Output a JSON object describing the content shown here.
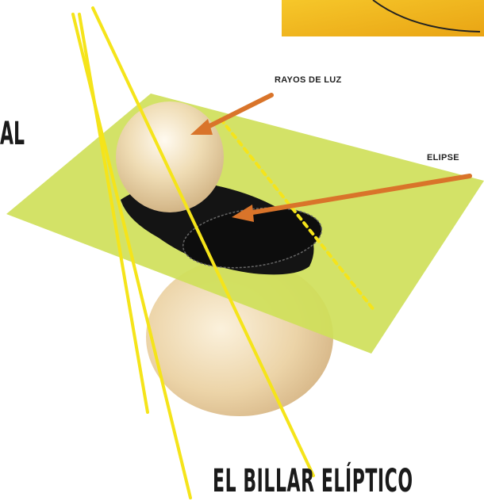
{
  "labels": {
    "rays": "RAYOS DE LUZ",
    "ellipse": "ELIPSE",
    "side_fragment": "AL"
  },
  "title": "EL BILLAR ELÍPTICO",
  "colors": {
    "plane": "#cfe05a",
    "ray": "#f5e41a",
    "sphere": "#ead2a6",
    "arrow": "#d9742a",
    "ellipse": "#111111",
    "texture_top": "#f1b517"
  },
  "icons": [
    "arrow-icon",
    "arrow-icon"
  ]
}
